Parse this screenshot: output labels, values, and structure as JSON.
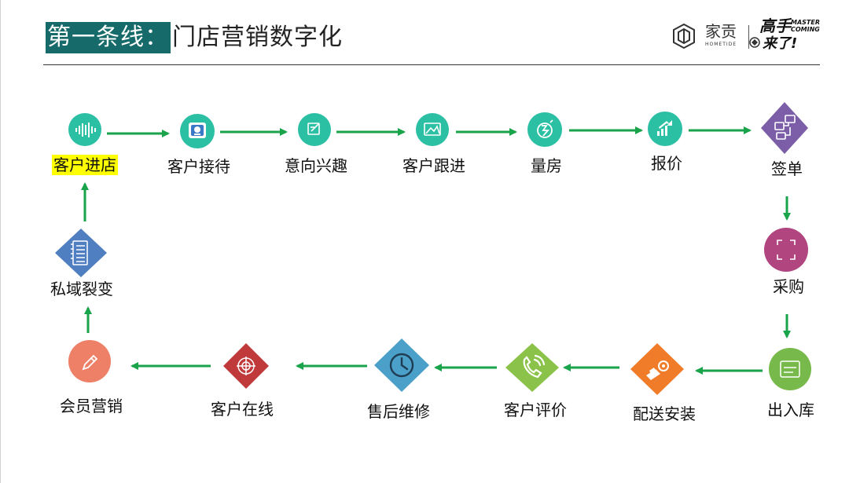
{
  "title": {
    "highlight": "第一条线：",
    "rest": "门店营销数字化"
  },
  "logos": {
    "brand_name": "家贡",
    "brand_sub": "HOMETIDE",
    "gaoshou": "高手",
    "master_coming": "MASTER COMING",
    "laile": "来了!"
  },
  "colors": {
    "title_bg": "#176a6a",
    "arrow": "#19a34a",
    "teal_node": "#2bbfa4",
    "purple_node": "#7b5ea7",
    "magenta_node": "#b0457f",
    "green_node": "#77b94a",
    "orange_node": "#f07c2a",
    "olive_node": "#8bc34a",
    "sky_node": "#4aa0c8",
    "red_node": "#c0393b",
    "salmon_node": "#ee8068",
    "blue_node": "#4f7fc0",
    "label_highlight": "#ffff00"
  },
  "nodes": [
    {
      "id": "n1",
      "label": "客户进店",
      "icon": "sound-wave-icon",
      "highlight": true
    },
    {
      "id": "n2",
      "label": "客户接待",
      "icon": "reception-icon"
    },
    {
      "id": "n3",
      "label": "意向兴趣",
      "icon": "edit-note-icon"
    },
    {
      "id": "n4",
      "label": "客户跟进",
      "icon": "picture-icon"
    },
    {
      "id": "n5",
      "label": "量房",
      "icon": "measure-icon"
    },
    {
      "id": "n6",
      "label": "报价",
      "icon": "rising-chart-icon"
    },
    {
      "id": "n7",
      "label": "签单",
      "icon": "network-icon"
    },
    {
      "id": "n8",
      "label": "采购",
      "icon": "scan-frame-icon"
    },
    {
      "id": "n9",
      "label": "出入库",
      "icon": "warehouse-icon"
    },
    {
      "id": "n10",
      "label": "配送安装",
      "icon": "delivery-icon"
    },
    {
      "id": "n11",
      "label": "客户评价",
      "icon": "phone-icon"
    },
    {
      "id": "n12",
      "label": "售后维修",
      "icon": "clock-icon"
    },
    {
      "id": "n13",
      "label": "客户在线",
      "icon": "target-icon"
    },
    {
      "id": "n14",
      "label": "会员营销",
      "icon": "pencil-icon"
    },
    {
      "id": "n15",
      "label": "私域裂变",
      "icon": "notebook-icon"
    }
  ]
}
